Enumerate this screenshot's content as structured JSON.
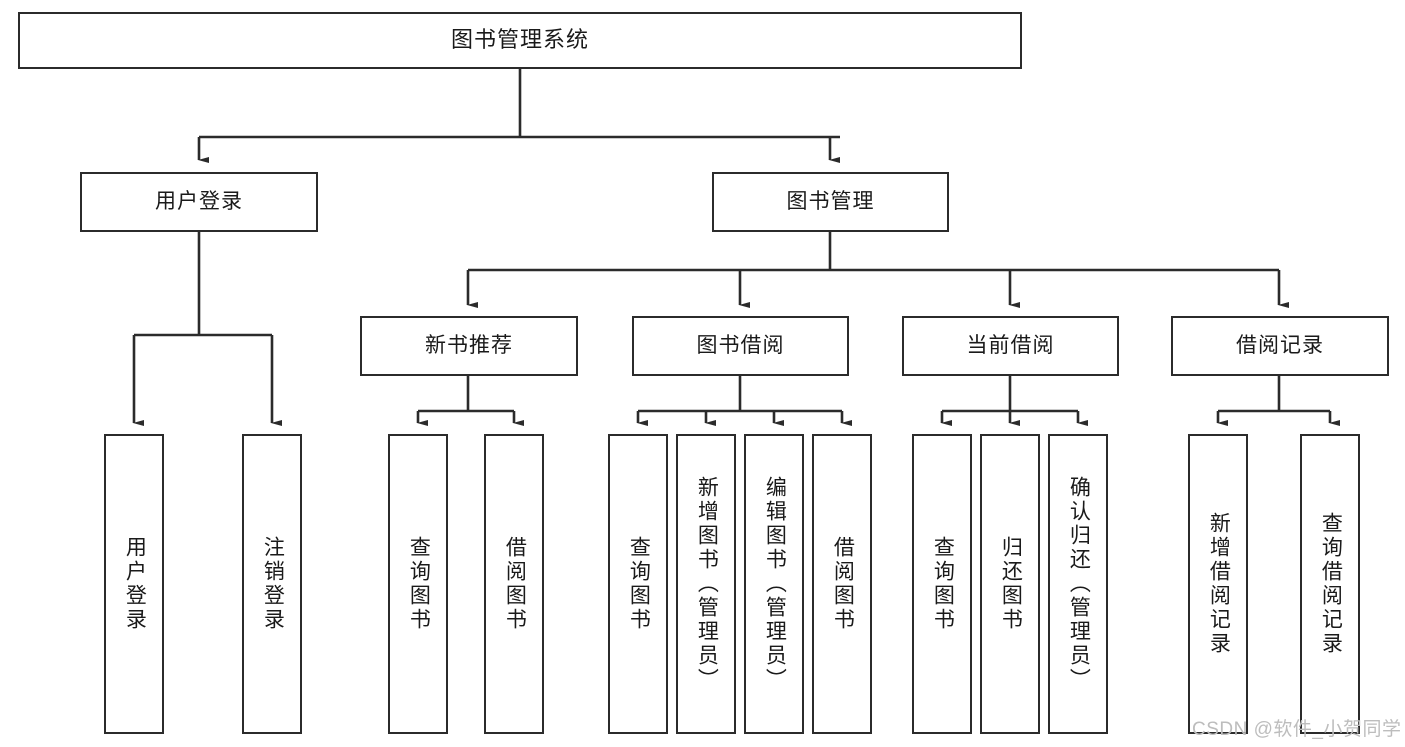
{
  "diagram": {
    "title": "图书管理系统",
    "type": "tree-hierarchy-chart",
    "background_color": "#ffffff",
    "node_border_color": "#2b2b2b",
    "node_fill_color": "#ffffff",
    "connector_color": "#2b2b2b"
  },
  "root": {
    "label": "图书管理系统"
  },
  "level1": [
    {
      "label": "用户登录"
    },
    {
      "label": "图书管理"
    }
  ],
  "level2": [
    {
      "label": "新书推荐"
    },
    {
      "label": "图书借阅"
    },
    {
      "label": "当前借阅"
    },
    {
      "label": "借阅记录"
    }
  ],
  "leaves": {
    "user_login": [
      {
        "label": "用户登录"
      },
      {
        "label": "注销登录"
      }
    ],
    "new_book_recommend": [
      {
        "label": "查询图书"
      },
      {
        "label": "借阅图书"
      }
    ],
    "book_borrow": [
      {
        "label": "查询图书"
      },
      {
        "label": "新增图书（管理员）"
      },
      {
        "label": "编辑图书（管理员）"
      },
      {
        "label": "借阅图书"
      }
    ],
    "current_borrow": [
      {
        "label": "查询图书"
      },
      {
        "label": "归还图书"
      },
      {
        "label": "确认归还（管理员）"
      }
    ],
    "borrow_records": [
      {
        "label": "新增借阅记录"
      },
      {
        "label": "查询借阅记录"
      }
    ]
  },
  "watermark": {
    "text": "CSDN @软件_小贺同学",
    "color": "#bdbdbd"
  }
}
